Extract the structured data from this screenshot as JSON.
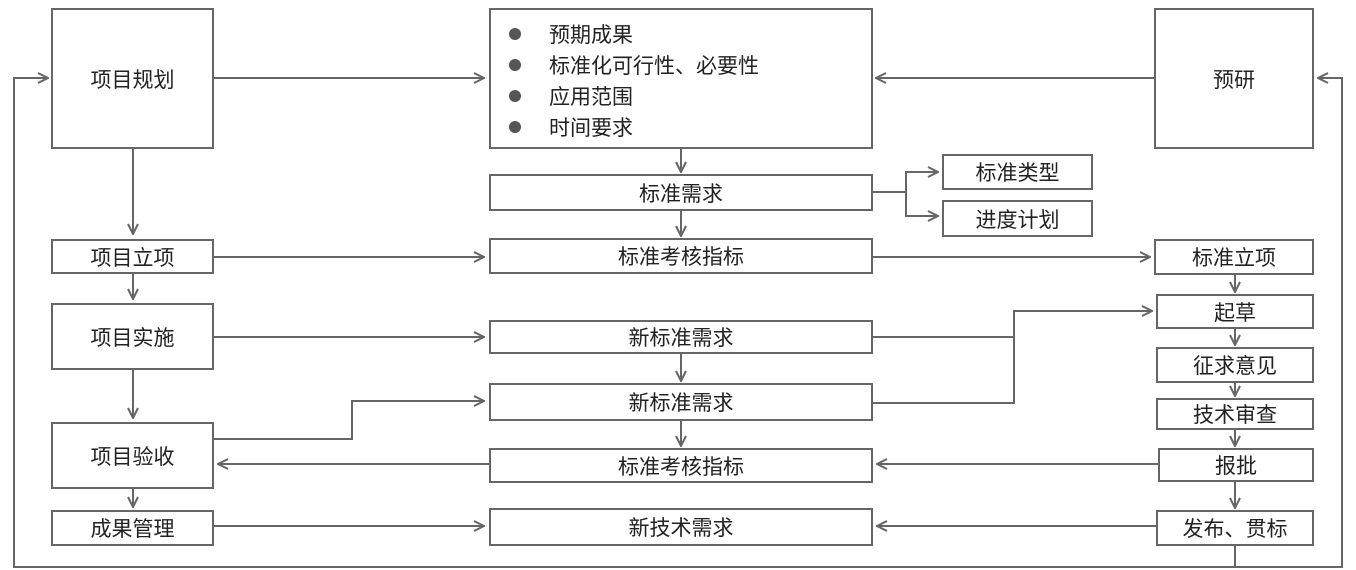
{
  "nodes": {
    "xmgh": "项目规划",
    "xmlx": "项目立项",
    "xmss": "项目实施",
    "xmys": "项目验收",
    "cggl": "成果管理",
    "bzxq": "标准需求",
    "bzlx": "标准类型",
    "jdjh": "进度计划",
    "bzkhzb1": "标准考核指标",
    "xbzxq1": "新标准需求",
    "xbzxq2": "新标准需求",
    "bzkhzb2": "标准考核指标",
    "xjsxq": "新技术需求",
    "yy": "预研",
    "bzlx2": "标准立项",
    "qc": "起草",
    "zqyj": "征求意见",
    "jssc": "技术审查",
    "bp": "报批",
    "fbgb": "发布、贯标"
  },
  "bullets": [
    "预期成果",
    "标准化可行性、必要性",
    "应用范围",
    "时间要求"
  ],
  "style": {
    "line_color": "#666666"
  }
}
